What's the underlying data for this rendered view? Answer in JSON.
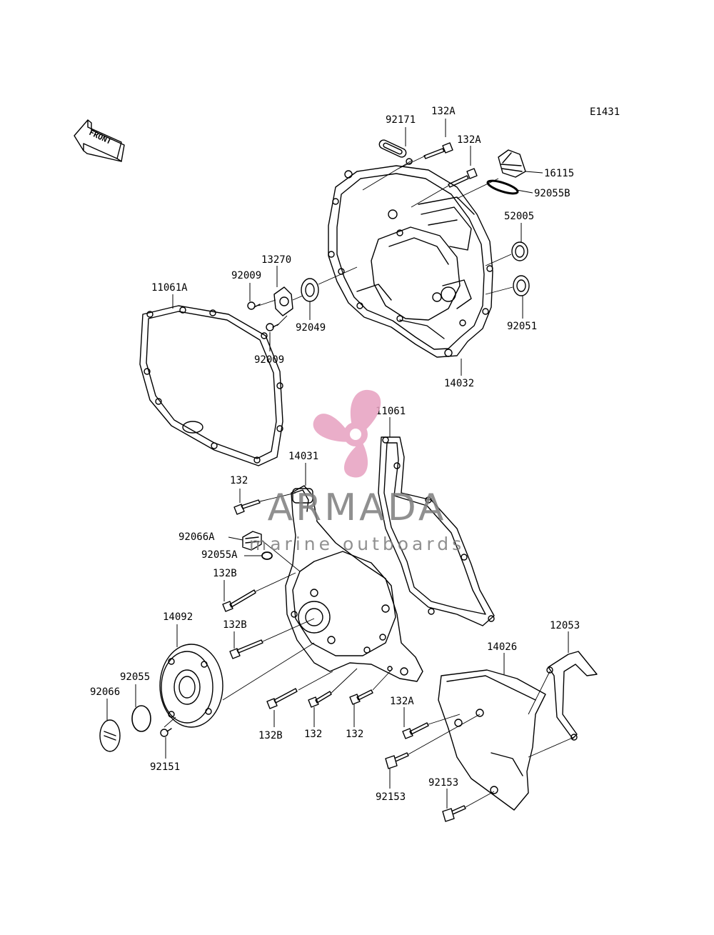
{
  "figure_code": "E1431",
  "front_label": "FRONT",
  "watermark": {
    "brand": "ARMADA",
    "tagline": "marine outboards",
    "brand_color": "#7d7d7d",
    "logo_color": "#e7a1c0"
  },
  "callouts": [
    {
      "id": "92171",
      "label": "92171"
    },
    {
      "id": "132A-top",
      "label": "132A"
    },
    {
      "id": "132A-mid",
      "label": "132A"
    },
    {
      "id": "16115",
      "label": "16115"
    },
    {
      "id": "92055B",
      "label": "92055B"
    },
    {
      "id": "52005",
      "label": "52005"
    },
    {
      "id": "92051",
      "label": "92051"
    },
    {
      "id": "14032",
      "label": "14032"
    },
    {
      "id": "13270",
      "label": "13270"
    },
    {
      "id": "92009-a",
      "label": "92009"
    },
    {
      "id": "92009-b",
      "label": "92009"
    },
    {
      "id": "92049",
      "label": "92049"
    },
    {
      "id": "11061A",
      "label": "11061A"
    },
    {
      "id": "11061",
      "label": "11061"
    },
    {
      "id": "14031",
      "label": "14031"
    },
    {
      "id": "132-a",
      "label": "132"
    },
    {
      "id": "92066A",
      "label": "92066A"
    },
    {
      "id": "92055A",
      "label": "92055A"
    },
    {
      "id": "132B-a",
      "label": "132B"
    },
    {
      "id": "132B-b",
      "label": "132B"
    },
    {
      "id": "14092",
      "label": "14092"
    },
    {
      "id": "92055",
      "label": "92055"
    },
    {
      "id": "92066",
      "label": "92066"
    },
    {
      "id": "92151",
      "label": "92151"
    },
    {
      "id": "132B-c",
      "label": "132B"
    },
    {
      "id": "132-b",
      "label": "132"
    },
    {
      "id": "132-c",
      "label": "132"
    },
    {
      "id": "14026",
      "label": "14026"
    },
    {
      "id": "12053",
      "label": "12053"
    },
    {
      "id": "132A-low",
      "label": "132A"
    },
    {
      "id": "92153-a",
      "label": "92153"
    },
    {
      "id": "92153-b",
      "label": "92153"
    }
  ]
}
